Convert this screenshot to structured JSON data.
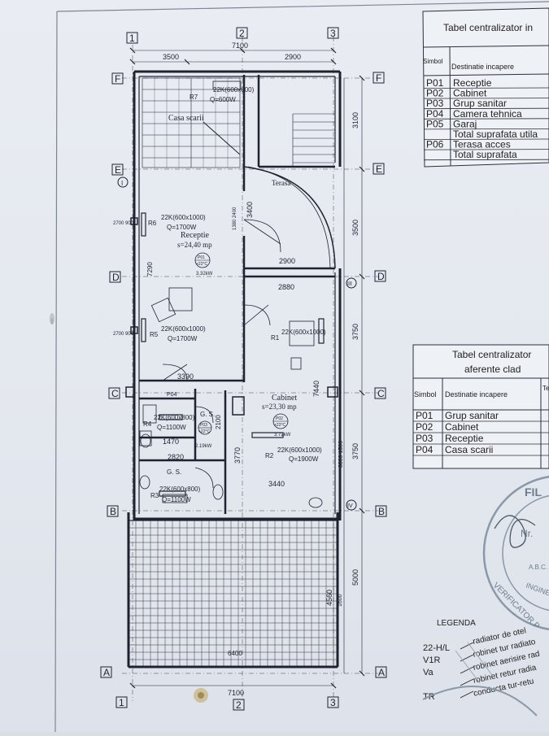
{
  "grid_axes": {
    "numbers": [
      "1",
      "2",
      "3"
    ],
    "letters": [
      "F",
      "E",
      "D",
      "C",
      "B",
      "A"
    ],
    "marks": [
      "I",
      "III",
      "IV"
    ]
  },
  "dimensions": {
    "top_total": "7100",
    "top_left": "3500",
    "top_right": "2900",
    "bottom_total": "7100",
    "right_f_e": "3100",
    "right_e_d": "3500",
    "right_d_c": "3750",
    "right_c_b": "3750",
    "right_b_a": "5000",
    "right_b_a_small": "1600",
    "right_c_b_small": "3300 1500",
    "inner": [
      "2900",
      "2880",
      "3390",
      "3440",
      "1470",
      "2820",
      "3770",
      "7440",
      "4560",
      "3400",
      "7290",
      "2100",
      "1380 2400",
      "2700 900",
      "2700 900",
      "6400"
    ]
  },
  "rooms": {
    "casa_scarii": "Casa scarii",
    "terasa": "Terasa",
    "receptie": {
      "name": "Receptie",
      "area": "s=24,40 mp",
      "tag": "P01",
      "temp": "+22°C",
      "power": "3.32kW"
    },
    "cabinet": {
      "name": "Cabinet",
      "area": "s=23,30 mp",
      "tag": "P02",
      "temp": "+22°C",
      "power": "3.72kW"
    },
    "gs1": {
      "name": "G. S.",
      "tag": "P03",
      "temp": "+22°C",
      "power": "2.19kW"
    },
    "gs2": {
      "name": "G. S."
    },
    "p04": "P04"
  },
  "radiators": {
    "r7": {
      "code": "R7",
      "spec": "22K(600x600)",
      "q": "Q=600W"
    },
    "r6": {
      "code": "R6",
      "spec": "22K(600x1000)",
      "q": "Q=1700W"
    },
    "r5": {
      "code": "R5",
      "spec": "22K(600x1000)",
      "q": "Q=1700W"
    },
    "r1": {
      "code": "R1",
      "spec": "22K(600x1000)"
    },
    "r4": {
      "code": "R4",
      "spec": "22K(600x800)",
      "q": "Q=1100W"
    },
    "r2": {
      "code": "R2",
      "spec": "22K(600x1000)",
      "q": "Q=1900W"
    },
    "r3": {
      "code": "R3",
      "spec": "22K(600x800)",
      "q": "Q=1100W"
    }
  },
  "table1": {
    "title": "Tabel centralizator in",
    "head_simbol": "Simbol",
    "head_dest": "Destinatie incapere",
    "rows": [
      {
        "sym": "P01",
        "dest": "Receptie"
      },
      {
        "sym": "P02",
        "dest": "Cabinet"
      },
      {
        "sym": "P03",
        "dest": "Grup sanitar"
      },
      {
        "sym": "P04",
        "dest": "Camera tehnica"
      },
      {
        "sym": "P05",
        "dest": "Garaj"
      },
      {
        "sym": "",
        "dest": "Total suprafata utila"
      },
      {
        "sym": "P06",
        "dest": "Terasa acces"
      },
      {
        "sym": "",
        "dest": "Total suprafata"
      }
    ]
  },
  "table2": {
    "title1": "Tabel centralizator",
    "title2": "aferente clad",
    "head_simbol": "Simbol",
    "head_dest": "Destinatie incapere",
    "head_t": "Te",
    "rows": [
      {
        "sym": "P01",
        "dest": "Grup sanitar"
      },
      {
        "sym": "P02",
        "dest": "Cabinet"
      },
      {
        "sym": "P03",
        "dest": "Receptie"
      },
      {
        "sym": "P04",
        "dest": "Casa scarii"
      }
    ]
  },
  "legend": {
    "title": "LEGENDA",
    "items": [
      {
        "sym": "22-H/L",
        "text": "radiator de otel"
      },
      {
        "sym": "V1R",
        "text": "robinet tur radiato"
      },
      {
        "sym": "Va",
        "text": "robinet aerisire rad"
      },
      {
        "sym": "",
        "text": "robinet retur radia"
      },
      {
        "sym": "TR",
        "text": "conducta tur-retu"
      }
    ]
  },
  "stamp": {
    "line1": "FIL",
    "line2": "Nr.",
    "line3": "A.B.C.",
    "line4": "INGINE",
    "line5": "VERIFICATOR P"
  },
  "colors": {
    "ink": "#1f2330",
    "paper": "#e6eaf0",
    "stamp": "#8a98a8"
  }
}
